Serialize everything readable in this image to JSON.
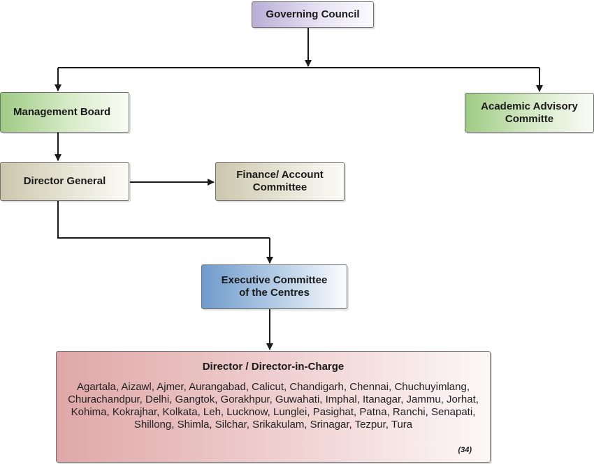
{
  "nodes": {
    "governing_council": "Governing Council",
    "management_board": "Management Board",
    "academic_advisory_line1": "Academic Advisory",
    "academic_advisory_line2": "Committe",
    "director_general": "Director General",
    "finance_line1": "Finance/ Account",
    "finance_line2": "Committee",
    "executive_line1": "Executive Committee",
    "executive_line2": "of the Centres"
  },
  "director_box": {
    "title": "Director / Director-in-Charge",
    "centres": "Agartala, Aizawl, Ajmer, Aurangabad, Calicut, Chandigarh, Chennai, Chuchuyimlang, Churachandpur, Delhi, Gangtok, Gorakhpur, Guwahati, Imphal, Itanagar, Jammu, Jorhat, Kohima, Kokrajhar, Kolkata, Leh, Lucknow, Lunglei, Pasighat, Patna, Ranchi, Senapati, Shillong, Shimla, Silchar, Srikakulam, Srinagar, Tezpur, Tura",
    "count": "(34)"
  },
  "colors": {
    "purple": "#b8aed6",
    "green": "#9fcb84",
    "tan": "#cbc7ae",
    "blue": "#6f9bcc",
    "pink": "#e0a7a7",
    "line": "#1a1a1a"
  }
}
